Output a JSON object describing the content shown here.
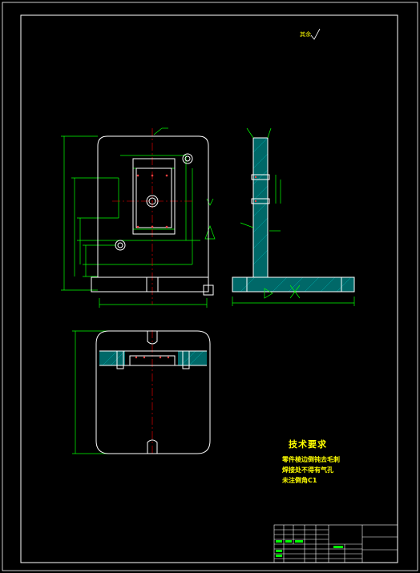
{
  "roughness_note": "其余",
  "tech_requirements": {
    "title": "技术要求",
    "items": [
      "零件棱边倒钝去毛刺",
      "焊接处不得有气孔",
      "未注倒角C1"
    ]
  },
  "colors": {
    "background": "#000000",
    "border": "#ffffff",
    "outline": "#ffffff",
    "dimension": "#00ff00",
    "centerline": "#ff0000",
    "hatch": "#00a0a0",
    "text": "#ffff00"
  }
}
